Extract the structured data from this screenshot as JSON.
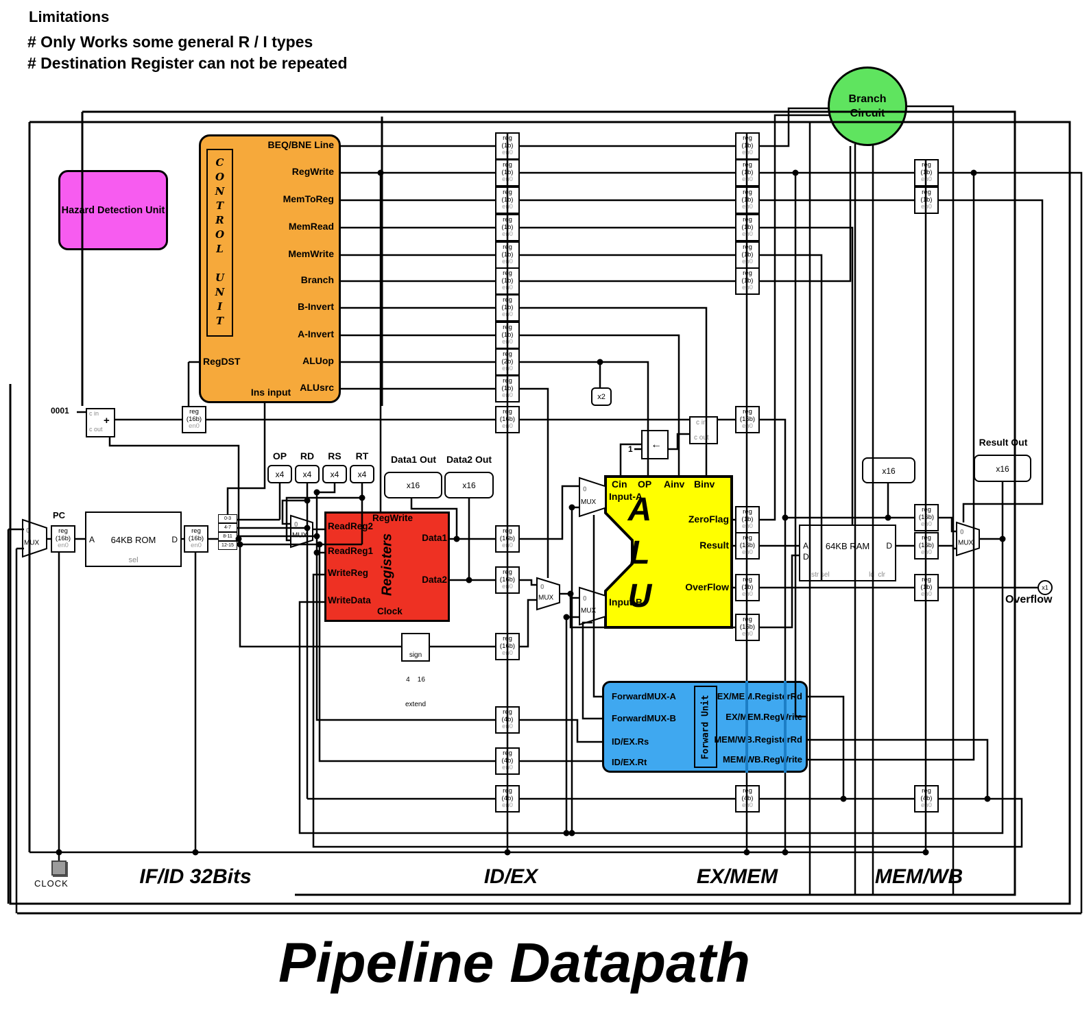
{
  "limitations": {
    "title": "Limitations",
    "items": [
      "# Only Works some general R / I types",
      "# Destination Register can not be repeated"
    ]
  },
  "main_title": "Pipeline Datapath",
  "stage_labels": {
    "if_id": "IF/ID 32Bits",
    "id_ex": "ID/EX",
    "ex_mem": "EX/MEM",
    "mem_wb": "MEM/WB"
  },
  "clock": {
    "label": "CLOCK"
  },
  "hazard_unit": {
    "label": "Hazard Detection Unit",
    "color": "#f75cf0"
  },
  "branch_circuit": {
    "line1": "Branch",
    "line2": "Circuit",
    "color": "#5fe45f"
  },
  "control_unit": {
    "title": "CONTROL UNIT",
    "color": "#f6a93b",
    "outputs": [
      "BEQ/BNE Line",
      "RegWrite",
      "MemToReg",
      "MemRead",
      "MemWrite",
      "Branch",
      "B-Invert",
      "A-Invert",
      "ALUop",
      "ALUsrc"
    ],
    "left_output": "RegDST",
    "bottom_input": "Ins input"
  },
  "registers_unit": {
    "title": "Registers",
    "color": "#ee3123",
    "inputs": [
      "ReadReg2",
      "ReadReg1",
      "WriteReg",
      "WriteData"
    ],
    "top_input": "RegWrite",
    "outputs": [
      "Data1",
      "Data2"
    ],
    "bottom_input": "Clock"
  },
  "alu": {
    "title_letters": [
      "A",
      "L",
      "U"
    ],
    "color": "#ffff00",
    "top_inputs": [
      "Cin",
      "OP",
      "Ainv",
      "Binv"
    ],
    "left_inputs": [
      "Input-A",
      "Input-B"
    ],
    "outputs": [
      "ZeroFlag",
      "Result",
      "OverFlow"
    ]
  },
  "forward_unit": {
    "title": "Forward Unit",
    "color": "#3fa8f0",
    "left_ports": [
      "ForwardMUX-A",
      "ForwardMUX-B",
      "ID/EX.Rs",
      "ID/EX.Rt"
    ],
    "right_ports": [
      "EX/MEM.RegisterRd",
      "EX/MEM.RegWrite",
      "MEM/WB.RegisterRd",
      "MEM/WB.RegWrite"
    ]
  },
  "rom": {
    "name": "64KB ROM",
    "addr_port": "A",
    "data_port": "D",
    "sel_port": "sel"
  },
  "ram": {
    "name": "64KB RAM",
    "addr_port": "A",
    "data_in_port": "D",
    "data_out_port": "D",
    "ctrl_left": "str sel",
    "ctrl_right": "ld  clr"
  },
  "pc_label": "PC",
  "constants": {
    "pc_step": "0001",
    "carry_one": "1",
    "shift_left": "x2",
    "overflow_width": "x1"
  },
  "pc_adder": {
    "cin": "c in",
    "cout": "c out",
    "op": "+"
  },
  "branch_adder": {
    "cin": "c in",
    "cout": "c out"
  },
  "carry_adder": {
    "arrow": "←"
  },
  "sign_extend": {
    "line1": "sign",
    "line2": "4    16",
    "line3": "extend"
  },
  "instruction_fields": {
    "labels": [
      "OP",
      "RD",
      "RS",
      "RT"
    ],
    "width": "x4"
  },
  "register_outputs": {
    "labels": [
      "Data1 Out",
      "Data2 Out"
    ],
    "width": "x16"
  },
  "ram_width": "x16",
  "result_out": {
    "label": "Result Out",
    "width": "x16"
  },
  "overflow_label": "Overflow",
  "splitter": {
    "rows": [
      "0-3",
      "4-7",
      "8-11",
      "12-15"
    ]
  },
  "mux": {
    "select_label": "0",
    "label": "MUX"
  },
  "reg_cell": {
    "name": "reg",
    "enable": "en0"
  },
  "pipeline_registers": [
    [
      722,
      193,
      "(1b)"
    ],
    [
      722,
      232,
      "(1b)"
    ],
    [
      722,
      272,
      "(1b)"
    ],
    [
      722,
      312,
      "(1b)"
    ],
    [
      722,
      352,
      "(1b)"
    ],
    [
      722,
      390,
      "(1b)"
    ],
    [
      722,
      429,
      "(1b)"
    ],
    [
      722,
      469,
      "(1b)"
    ],
    [
      722,
      508,
      "(2b)"
    ],
    [
      722,
      547,
      "(1b)"
    ],
    [
      722,
      592,
      "(16b)"
    ],
    [
      722,
      766,
      "(16b)"
    ],
    [
      722,
      826,
      "(16b)"
    ],
    [
      722,
      923,
      "(16b)"
    ],
    [
      722,
      1030,
      "(4b)"
    ],
    [
      722,
      1090,
      "(4b)"
    ],
    [
      722,
      1145,
      "(4b)"
    ],
    [
      1072,
      193,
      "(1b)"
    ],
    [
      1072,
      232,
      "(1b)"
    ],
    [
      1072,
      272,
      "(1b)"
    ],
    [
      1072,
      312,
      "(1b)"
    ],
    [
      1072,
      352,
      "(1b)"
    ],
    [
      1072,
      390,
      "(1b)"
    ],
    [
      1072,
      592,
      "(16b)"
    ],
    [
      1072,
      738,
      "(1b)"
    ],
    [
      1072,
      776,
      "(16b)"
    ],
    [
      1072,
      837,
      "(1b)"
    ],
    [
      1072,
      895,
      "(16b)"
    ],
    [
      1072,
      1145,
      "(4b)"
    ],
    [
      1333,
      232,
      "(1b)"
    ],
    [
      1333,
      272,
      "(1b)"
    ],
    [
      1333,
      735,
      "(16b)"
    ],
    [
      1333,
      776,
      "(16b)"
    ],
    [
      1333,
      837,
      "(1b)"
    ],
    [
      1333,
      1145,
      "(4b)"
    ],
    [
      265,
      592,
      "(16b)"
    ],
    [
      74,
      766,
      "(16b)"
    ],
    [
      268,
      766,
      "(16b)"
    ]
  ]
}
